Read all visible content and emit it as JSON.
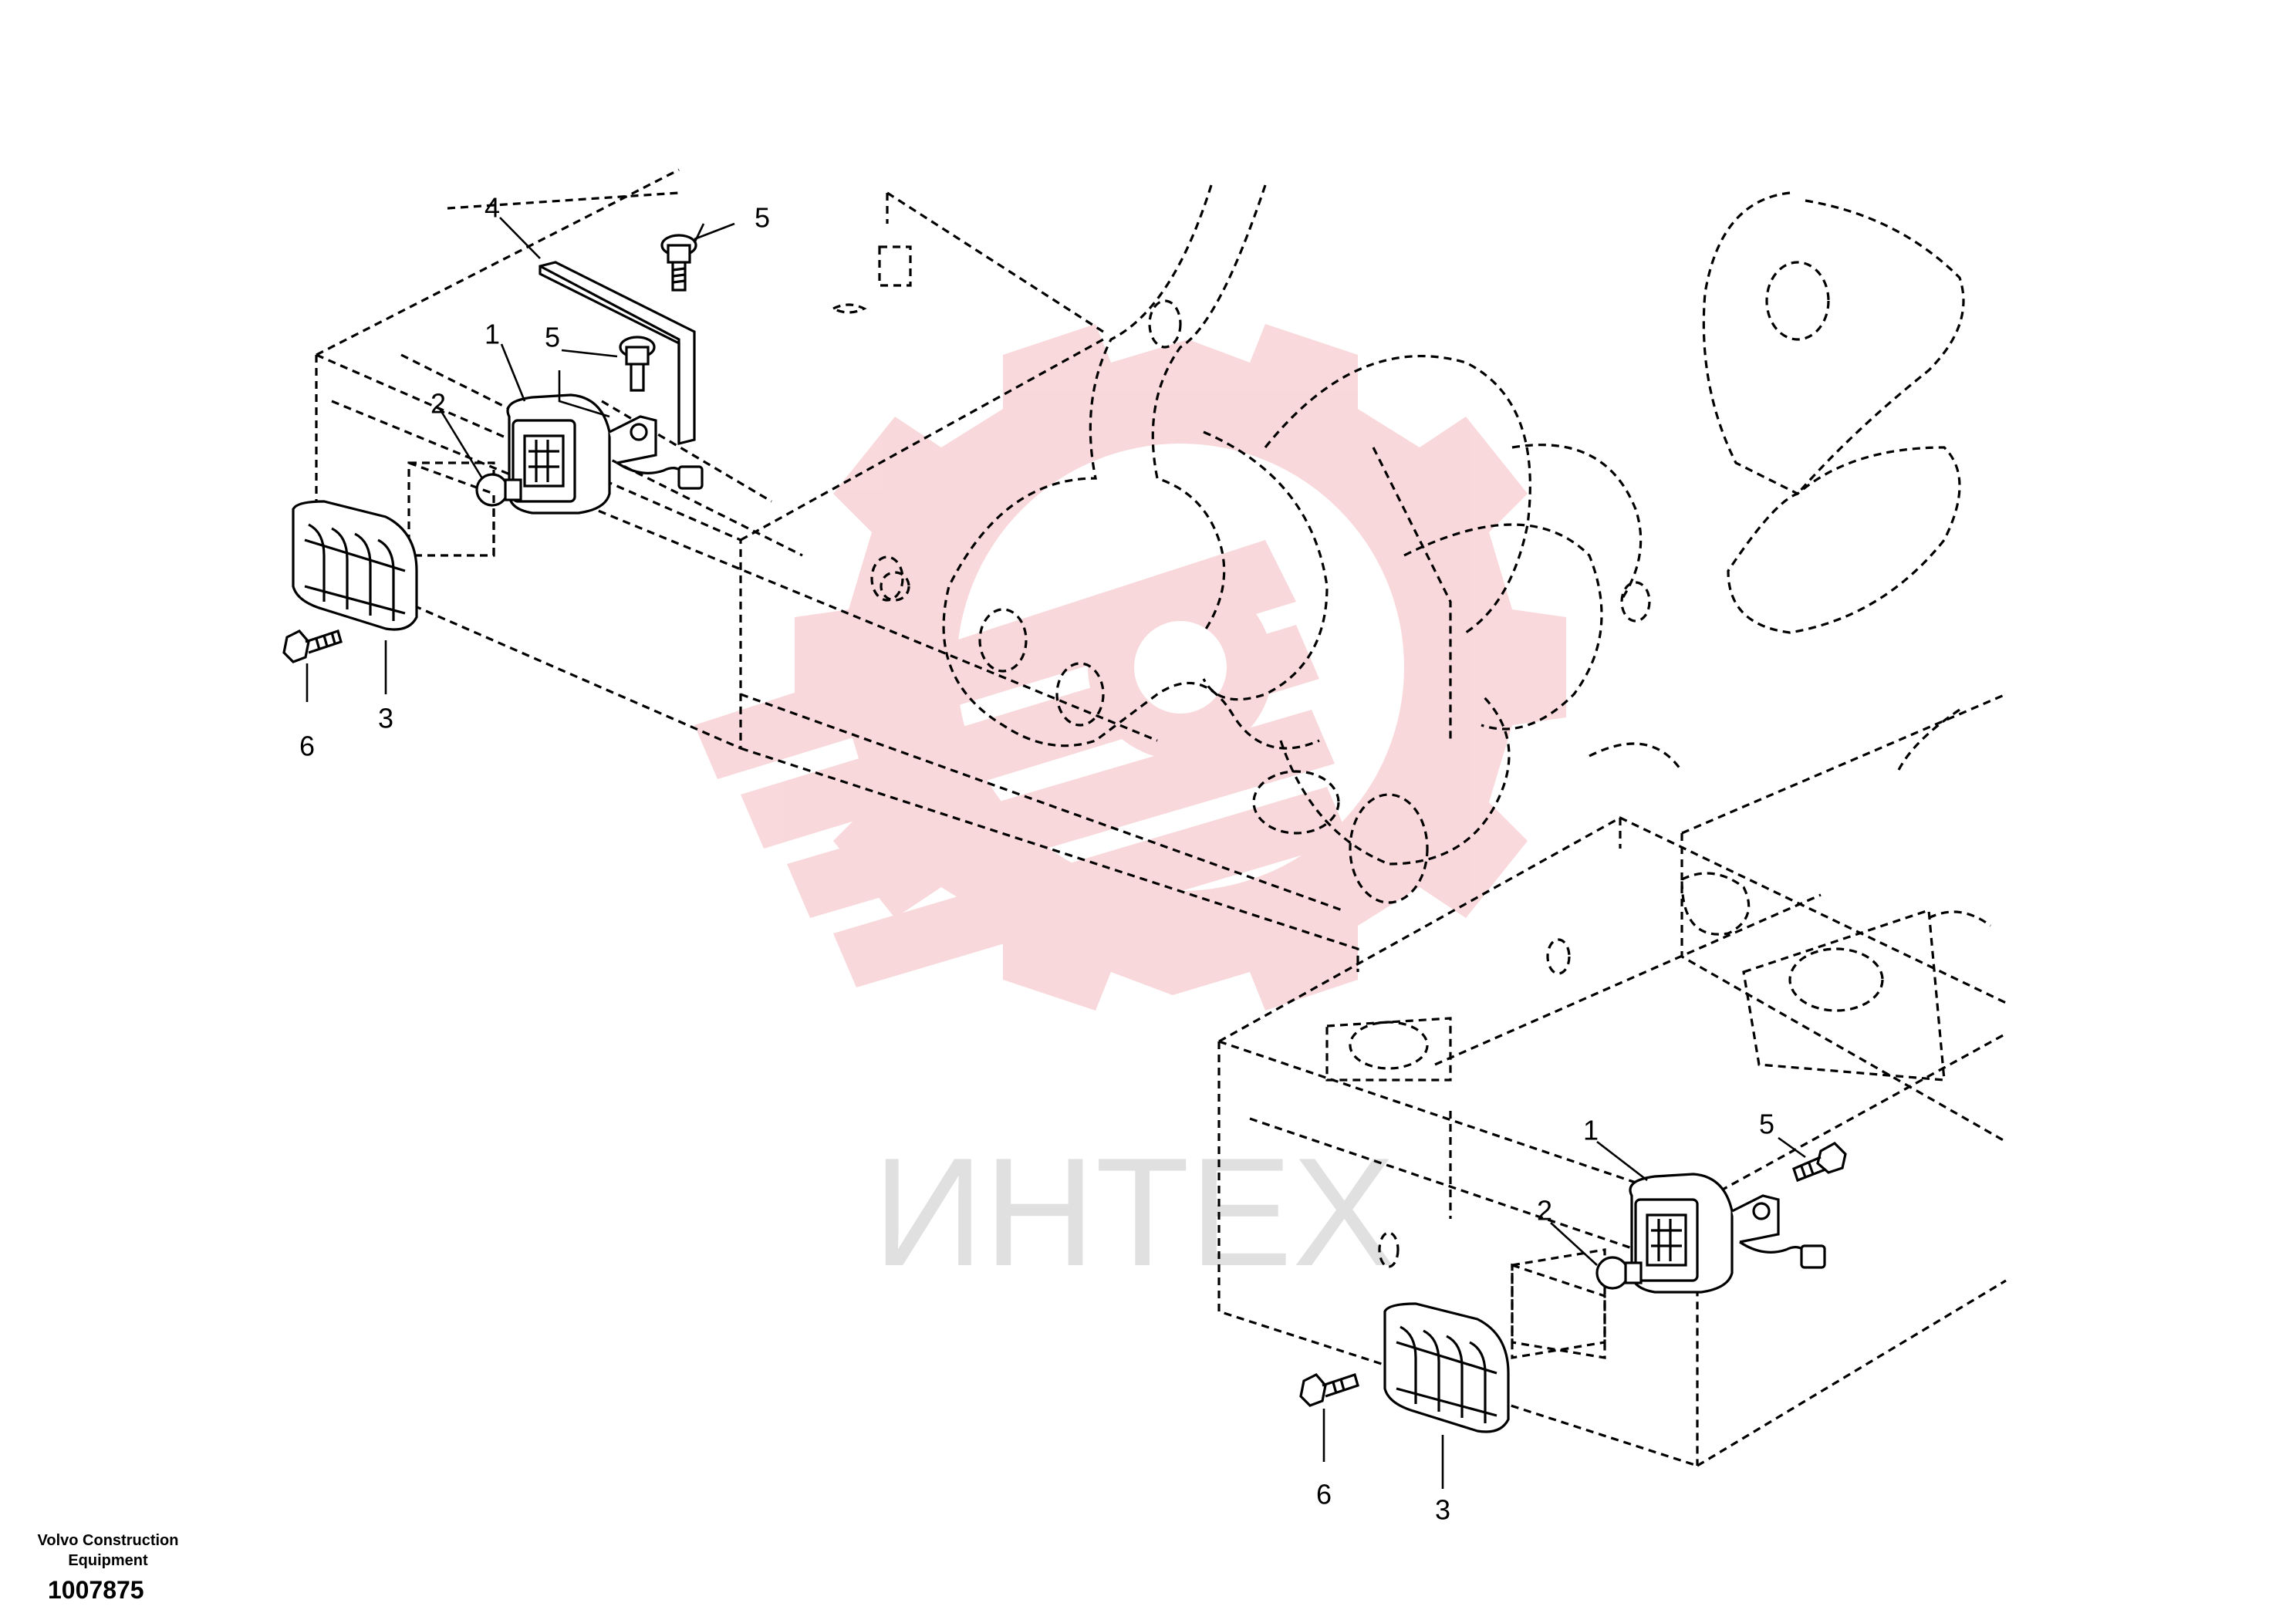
{
  "diagram": {
    "callouts": {
      "c1a": "1",
      "c2a": "2",
      "c3a": "3",
      "c4a": "4",
      "c5a": "5",
      "c5b": "5",
      "c6a": "6",
      "c1b": "1",
      "c2b": "2",
      "c3b": "3",
      "c5c": "5",
      "c6b": "6"
    },
    "watermark": "ИНТЕХ",
    "colors": {
      "line": "#000000",
      "watermark": "#f4b3b8",
      "watermark_text": "#d9d9d9"
    }
  },
  "footer": {
    "company_line1": "Volvo Construction",
    "company_line2": "Equipment",
    "drawing_number": "1007875"
  }
}
